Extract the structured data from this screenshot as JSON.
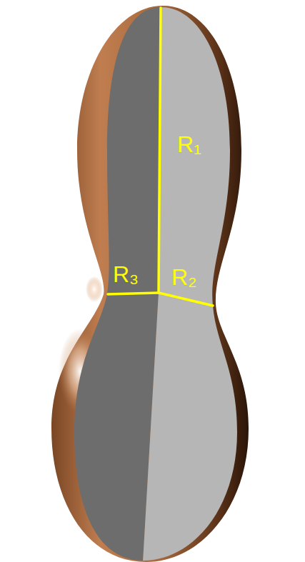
{
  "diagram": {
    "labels": [
      "R₁",
      "R₃",
      "R₂"
    ]
  }
}
